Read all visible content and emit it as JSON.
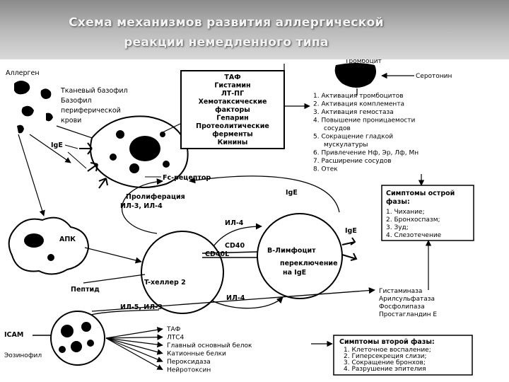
{
  "title": {
    "line1": "Схема механизмов развития аллергической",
    "line2": "реакции немедленного типа"
  },
  "labels": {
    "allergen": "Аллерген",
    "tissue_basophil": [
      "Тканевый базофил",
      "Базофил",
      "периферической",
      "крови"
    ],
    "ige_left": "IgE",
    "fc_receptor": "Fc-рецептор",
    "proliferation": [
      "Пролиферация",
      "ИЛ-3, ИЛ-4"
    ],
    "il4_mid": "ИЛ-4",
    "ige_right": "IgE",
    "ige_bcell": "IgE",
    "cd40": "CD40",
    "cd40l": "CD40L",
    "b_lymphocyte": "B-Лимфоцит",
    "switching": [
      "переключение",
      "на IgE"
    ],
    "t_helper": "T-хеллер 2",
    "apc": "АПК",
    "peptide": "Пептид",
    "il5_il3": "ИЛ-5, ИЛ-3",
    "il4_low": "ИЛ-4",
    "icam": "ICAM",
    "eosinophil": "Эозинофил",
    "thrombocyte": "Тромбоцит",
    "serotonin": "Серотонин"
  },
  "mediators_box": [
    "ТАФ",
    "Гистамин",
    "ЛТ-ПГ",
    "Хемотаксические",
    "факторы",
    "Гепарин",
    "Протеолитические",
    "ферменты",
    "Кинины"
  ],
  "effects": [
    "1. Активация тромбоцитов",
    "2. Активация комплемента",
    "3. Активация гемостаза",
    "4. Повышение проницаемости",
    "сосудов",
    "5. Сокращение гладкой",
    "мускулатуры",
    "6. Привлечение Нф, Эр, Лф, Мн",
    "7. Расширение сосудов",
    "8. Отек"
  ],
  "acute_phase": {
    "heading": [
      "Симптомы острой",
      "фазы:"
    ],
    "items": [
      "1. Чихание;",
      "2. Бронхоспазм;",
      "3. Зуд;",
      "4. Слезотечение"
    ]
  },
  "enzymes": [
    "Гистаминаза",
    "Арилсульфатаза",
    "Фосфолипаза",
    "Простагландин Е"
  ],
  "late_phase": {
    "heading": "Симптомы второй фазы:",
    "items": [
      "1. Клеточное воспаление;",
      "2. Гиперсекреция слизи;",
      "3. Сокращение бронхов;",
      "4. Разрушение эпителия"
    ]
  },
  "eosinophil_products": [
    "ТАФ",
    "ЛТС4",
    "Главный основный белок",
    "Катионные белки",
    "Пероксидаза",
    "Нейротоксин"
  ]
}
